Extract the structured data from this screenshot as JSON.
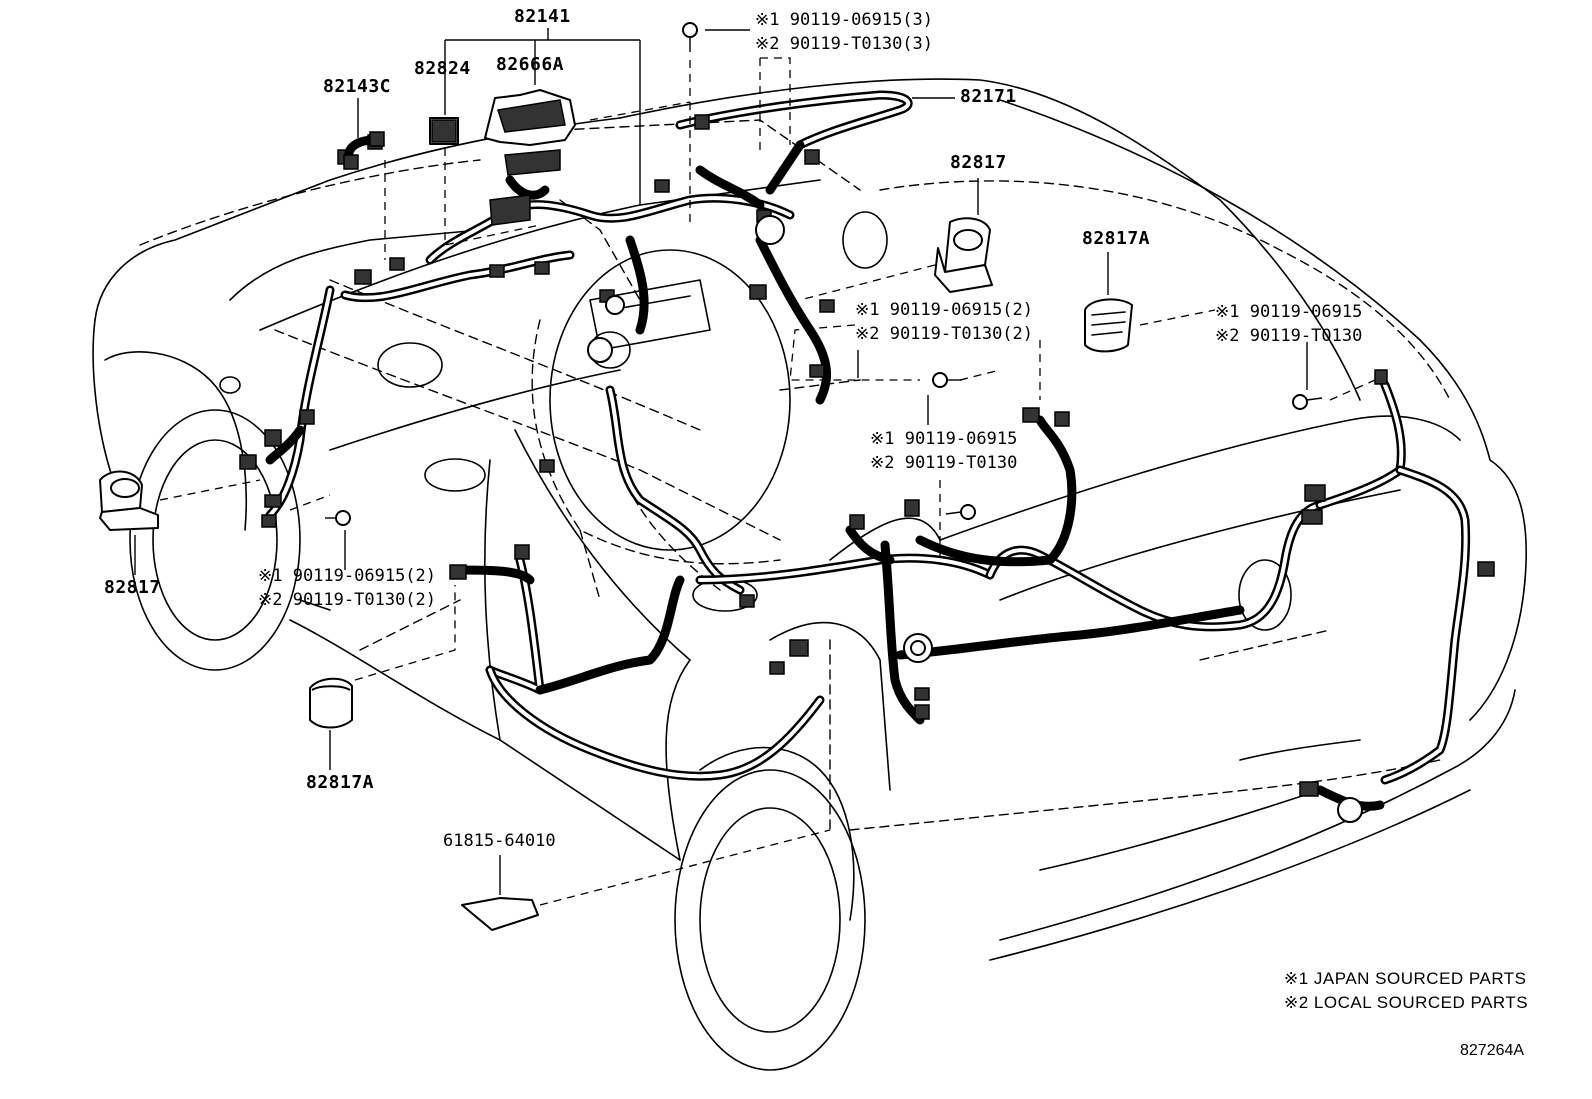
{
  "callouts": {
    "p82141": "82141",
    "p82824": "82824",
    "p82666a": "82666A",
    "p82143c": "82143C",
    "p82171": "82171",
    "p82817_top": "82817",
    "p82817a_right": "82817A",
    "p82817_left": "82817",
    "p82817a_bottom": "82817A",
    "p61815": "61815-64010"
  },
  "bolts": {
    "top": {
      "line1": "※1 90119-06915(3)",
      "line2": "※2 90119-T0130(3)"
    },
    "center_upper": {
      "line1": "※1 90119-06915(2)",
      "line2": "※2 90119-T0130(2)"
    },
    "right": {
      "line1": "※1 90119-06915",
      "line2": "※2 90119-T0130"
    },
    "center_lower": {
      "line1": "※1 90119-06915",
      "line2": "※2 90119-T0130"
    },
    "left": {
      "line1": "※1 90119-06915(2)",
      "line2": "※2 90119-T0130(2)"
    }
  },
  "legend": {
    "note1": "※1 JAPAN SOURCED PARTS",
    "note2": "※2 LOCAL SOURCED PARTS"
  },
  "diagram_ref": "827264A"
}
